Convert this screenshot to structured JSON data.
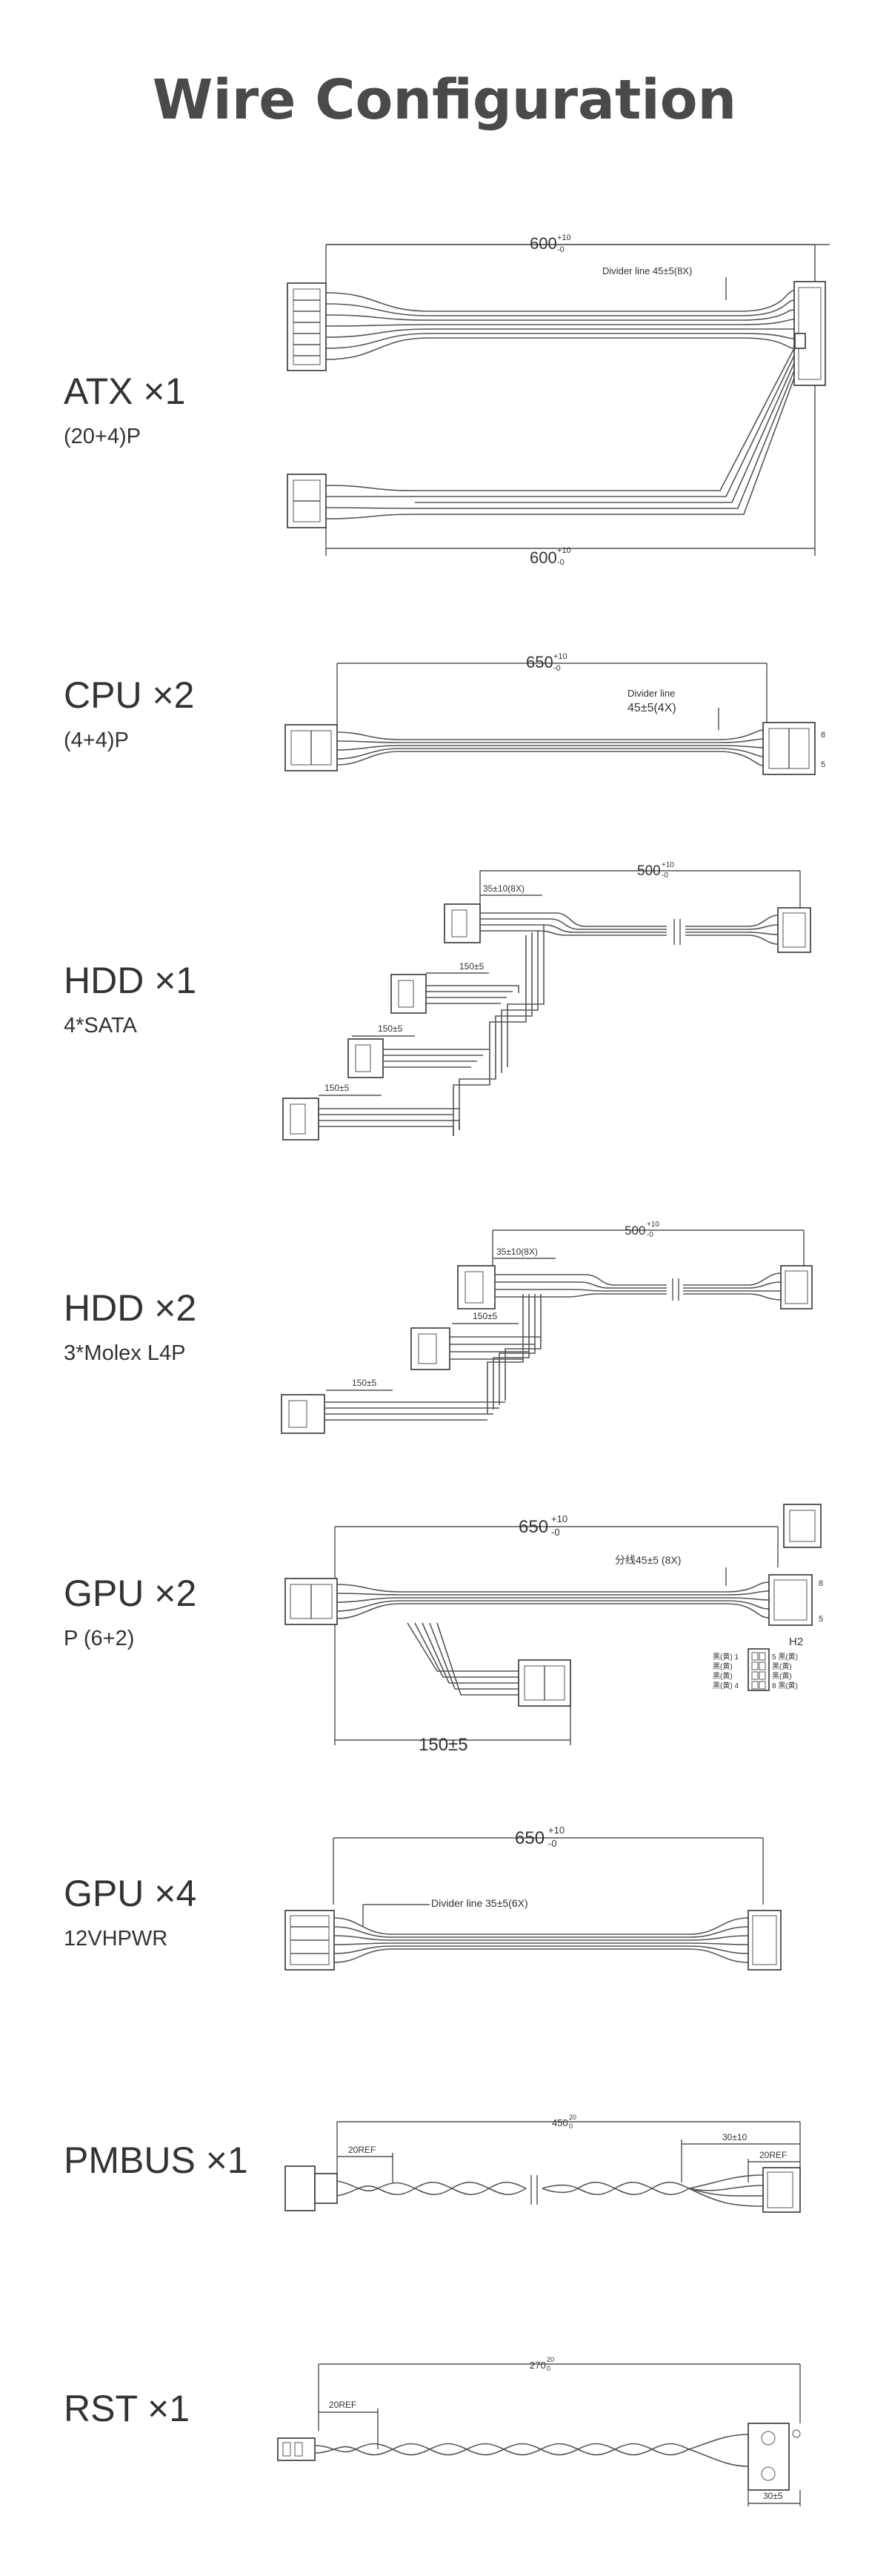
{
  "title": "Wire Configuration",
  "sections": [
    {
      "name": "ATX ×1",
      "sub": "(20+4)P",
      "dims": {
        "top": "600",
        "bottom": "600",
        "sup": "+10",
        "sub": "-0",
        "divider": "Divider line 45±5(8X)"
      }
    },
    {
      "name": "CPU ×2",
      "sub": "(4+4)P",
      "dims": {
        "len": "650",
        "sup": "+10",
        "sub": "-0",
        "divider1": "Divider line",
        "divider2": "45±5(4X)",
        "pin8": "8",
        "pin5": "5"
      }
    },
    {
      "name": "HDD ×1",
      "sub": "4*SATA",
      "dims": {
        "len": "500",
        "sup": "+10",
        "sub": "-0",
        "first": "35±10(8X)",
        "step1": "150±5",
        "step2": "150±5",
        "step3": "150±5"
      }
    },
    {
      "name": "HDD ×2",
      "sub": "3*Molex L4P",
      "dims": {
        "len": "500",
        "sup": "+10",
        "sub": "-0",
        "first": "35±10(8X)",
        "step1": "150±5",
        "step2": "150±5"
      }
    },
    {
      "name": "GPU ×2",
      "sub": "P (6+2)",
      "dims": {
        "len": "650",
        "sup": "+10",
        "sub": "-0",
        "divider": "分线45±5 (8X)",
        "branch": "150±5",
        "h2": "H2",
        "pin8": "8",
        "pin5": "5",
        "pinout_left": [
          "黑(黄) 1",
          "黑(黄)",
          "黑(黄)",
          "黑(黄) 4"
        ],
        "pinout_right": [
          "5 黑(黄)",
          "黑(黄)",
          "黑(黄)",
          "8 黑(黄)"
        ]
      }
    },
    {
      "name": "GPU ×4",
      "sub": "12VHPWR",
      "dims": {
        "len": "650",
        "sup": "+10",
        "sub": "-0",
        "divider": "Divider line  35±5(6X)"
      }
    },
    {
      "name": "PMBUS ×1",
      "sub": "",
      "dims": {
        "len": "450",
        "sup": "20",
        "sub": "0",
        "ref_left": "20REF",
        "ref_right": "20REF",
        "split": "30±10"
      }
    },
    {
      "name": "RST ×1",
      "sub": "",
      "dims": {
        "len": "270",
        "sup": "20",
        "sub": "0",
        "ref_left": "20REF",
        "split": "30±5"
      }
    }
  ]
}
